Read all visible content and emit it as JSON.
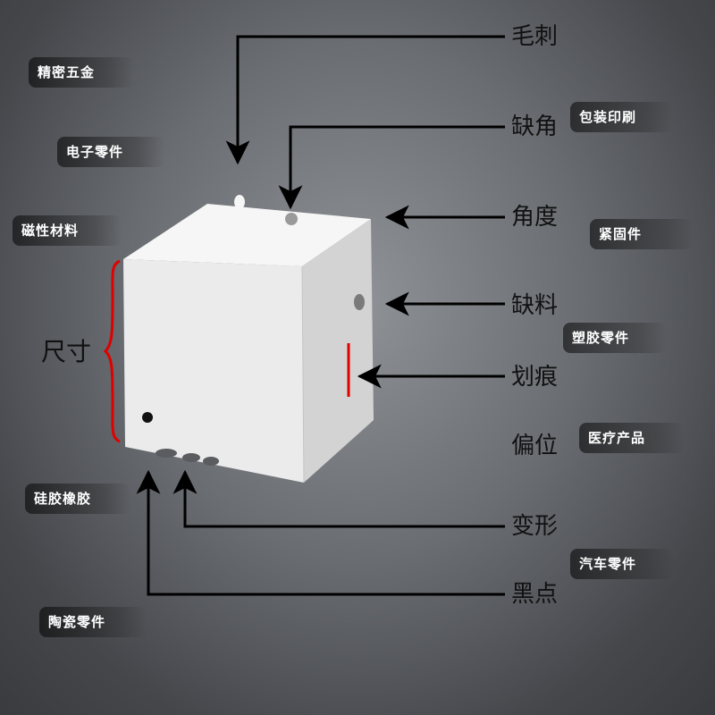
{
  "industry_tags": {
    "precision_hardware": "精密五金",
    "electronic_parts": "电子零件",
    "magnetic_materials": "磁性材料",
    "packaging_printing": "包装印刷",
    "fasteners": "紧固件",
    "plastic_parts": "塑胶零件",
    "medical_products": "医疗产品",
    "silicone_rubber": "硅胶橡胶",
    "auto_parts": "汽车零件",
    "ceramic_parts": "陶瓷零件"
  },
  "defect_labels": {
    "burr": "毛刺",
    "notch": "缺角",
    "angle": "角度",
    "missing_material": "缺料",
    "scratch": "划痕",
    "offset": "偏位",
    "deformation": "变形",
    "black_spot": "黑点"
  },
  "dimension_label": "尺寸",
  "colors": {
    "cube_front": "#ebebeb",
    "cube_top": "#f6f6f6",
    "cube_side": "#d6d6d6",
    "scratch_mark": "#e00000",
    "dimension_bracket": "#e00000",
    "arrow": "#000000"
  }
}
